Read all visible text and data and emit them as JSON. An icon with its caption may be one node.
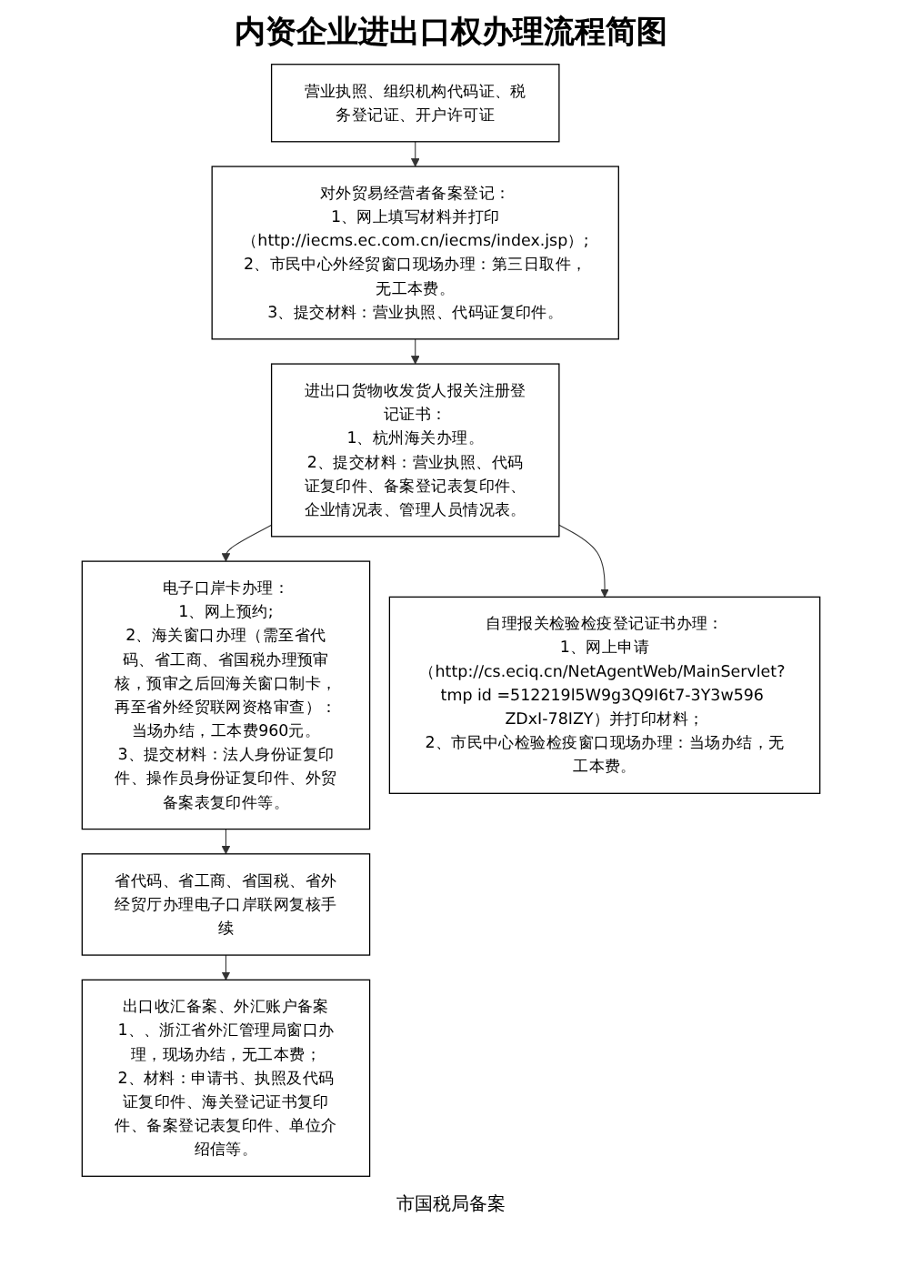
{
  "diagram": {
    "title": "内资企业进出口权办理流程简图",
    "nodes": [
      {
        "text": [
          "营业执照、组织机构代码证、税务登记证、开户许可证"
        ]
      },
      {
        "text": [
          "对外贸易经营者备案登记：",
          "1、网上填写材料并打印（http://iecms.ec.com.cn/iecms/index.jsp）;",
          "2、市民中心外经贸窗口现场办理：第三日取件，无工本费。",
          "3、提交材料：营业执照、代码证复印件。"
        ]
      },
      {
        "text": [
          "进出口货物收发货人报关注册登记证书：",
          "1、杭州海关办理。",
          "2、提交材料：营业执照、代码证复印件、备案登记表复印件、企业情况表、管理人员情况表。"
        ]
      },
      {
        "text": [
          "电子口岸卡办理：",
          "1、网上预约;",
          "2、海关窗口办理（需至省代码、省工商、省国税办理预审核，预审之后回海关窗口制卡，再至省外经贸联网资格审查）：当场办结，工本费960元。",
          "3、提交材料：法人身份证复印件、操作员身份证复印件、外贸备案表复印件等。"
        ]
      },
      {
        "text": [
          "自理报关检验检疫登记证书办理：",
          "1、网上申请（http://cs.eciq.cn/NetAgentWeb/MainServlet? tmp id =512219l5W9g3Q9I6t7-3Y3w596 ZDxI-78IZY）并打印材料；",
          "2、市民中心检验检疫窗口现场办理：当场办结，无工本费。"
        ]
      },
      {
        "text": [
          "省代码、省工商、省国税、省外经贸厅办理电子口岸联网复核手续"
        ]
      },
      {
        "text": [
          "出口收汇备案、外汇账户备案",
          "1、、浙江省外汇管理局窗口办理，现场办结，无工本费；",
          "2、材料：申请书、执照及代码证复印件、海关登记证书复印件、备案登记表复印件、单位介绍信等。"
        ]
      }
    ],
    "edges": [
      {
        "from": 0,
        "to": 1,
        "arrow": "to"
      },
      {
        "from": 1,
        "to": 2,
        "arrow": "to"
      },
      {
        "from": 2,
        "to": 3,
        "arrow": "to"
      },
      {
        "from": 2,
        "to": 4,
        "arrow": "to"
      },
      {
        "from": 3,
        "to": 5,
        "arrow": "to"
      },
      {
        "from": 5,
        "to": 6,
        "arrow": "to"
      }
    ],
    "labels": [
      "市国税局备案"
    ]
  }
}
